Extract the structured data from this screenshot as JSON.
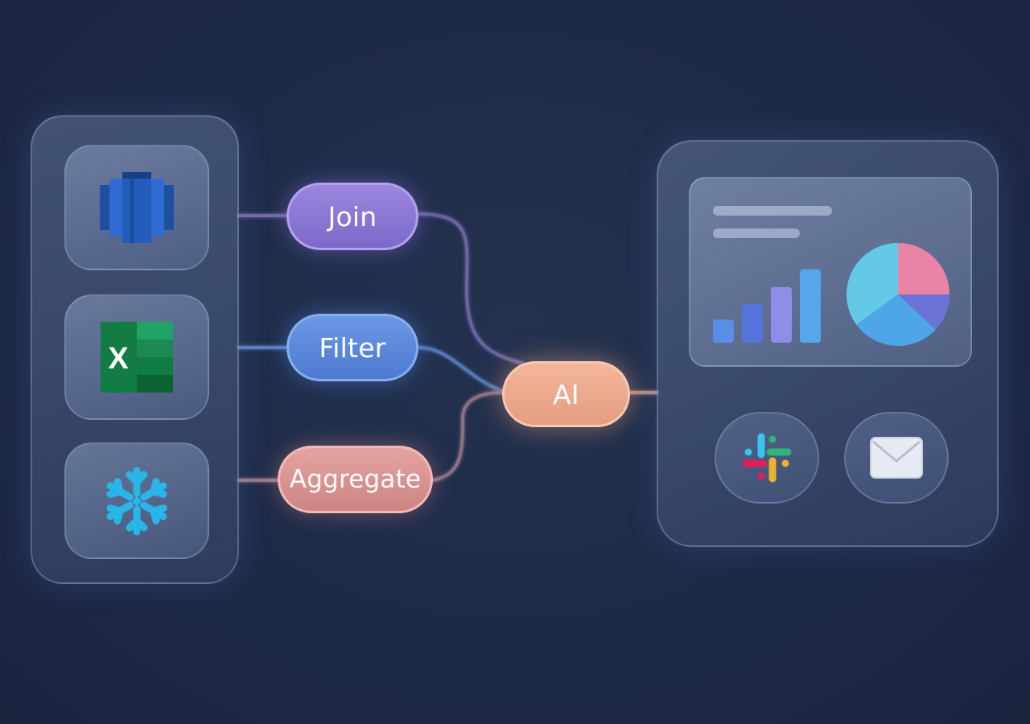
{
  "nodes": {
    "join": "Join",
    "filter": "Filter",
    "aggregate": "Aggregate",
    "ai": "AI"
  },
  "icons": {
    "sources": [
      "redshift-icon",
      "excel-icon",
      "snowflake-icon"
    ],
    "outputs": [
      "bar-chart-icon",
      "pie-chart-icon",
      "slack-icon",
      "mail-icon"
    ]
  },
  "colors": {
    "join": "#8b76d6",
    "filter": "#5a88dc",
    "aggregate": "#d99391",
    "ai": "#eca88c",
    "excel_letter": "X"
  },
  "bar_chart": {
    "values": [
      0.3,
      0.5,
      0.72,
      0.95
    ]
  },
  "pie_chart": {
    "slices": [
      0.25,
      0.12,
      0.28,
      0.35
    ]
  }
}
